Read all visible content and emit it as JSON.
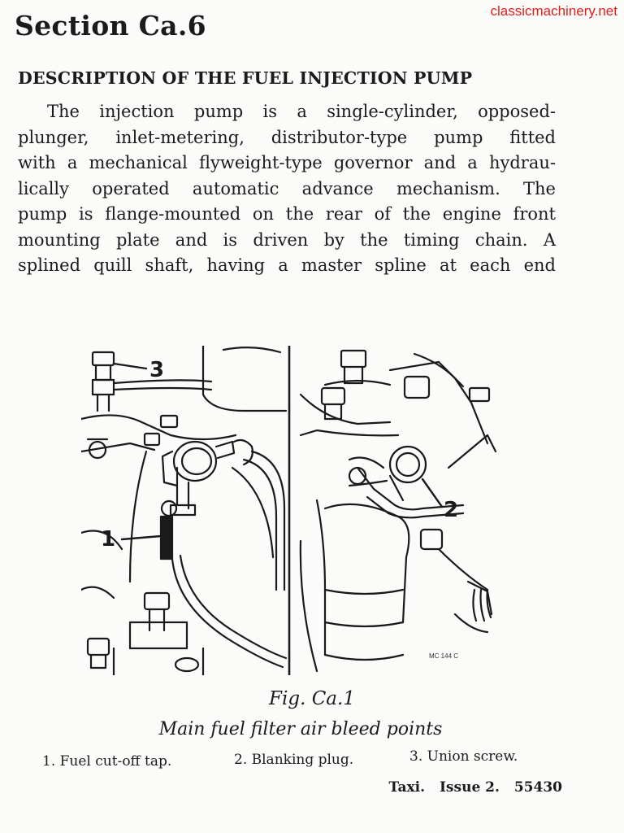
{
  "watermark": "classicmachinery.net",
  "section_title": "Section Ca.6",
  "heading": "DESCRIPTION OF THE FUEL INJECTION PUMP",
  "paragraph_lines": [
    "The injection pump is a single-cylinder, opposed-",
    "plunger, inlet-metering, distributor-type pump fitted",
    "with a mechanical flyweight-type governor and a hydrau-",
    "lically operated automatic advance mechanism. The",
    "pump is flange-mounted on the rear of the engine front",
    "mounting plate and is driven by the timing chain. A",
    "splined quill shaft, having a master spline at each end"
  ],
  "figure": {
    "callouts": [
      "1",
      "2",
      "3"
    ],
    "reference": "MC 144 C",
    "caption": "Fig. Ca.1",
    "subcaption": "Main fuel filter air bleed points"
  },
  "legend": [
    "1. Fuel cut-off tap.",
    "2. Blanking plug.",
    "3. Union screw."
  ],
  "footer": {
    "model": "Taxi.",
    "issue": "Issue 2.",
    "number": "55430"
  }
}
